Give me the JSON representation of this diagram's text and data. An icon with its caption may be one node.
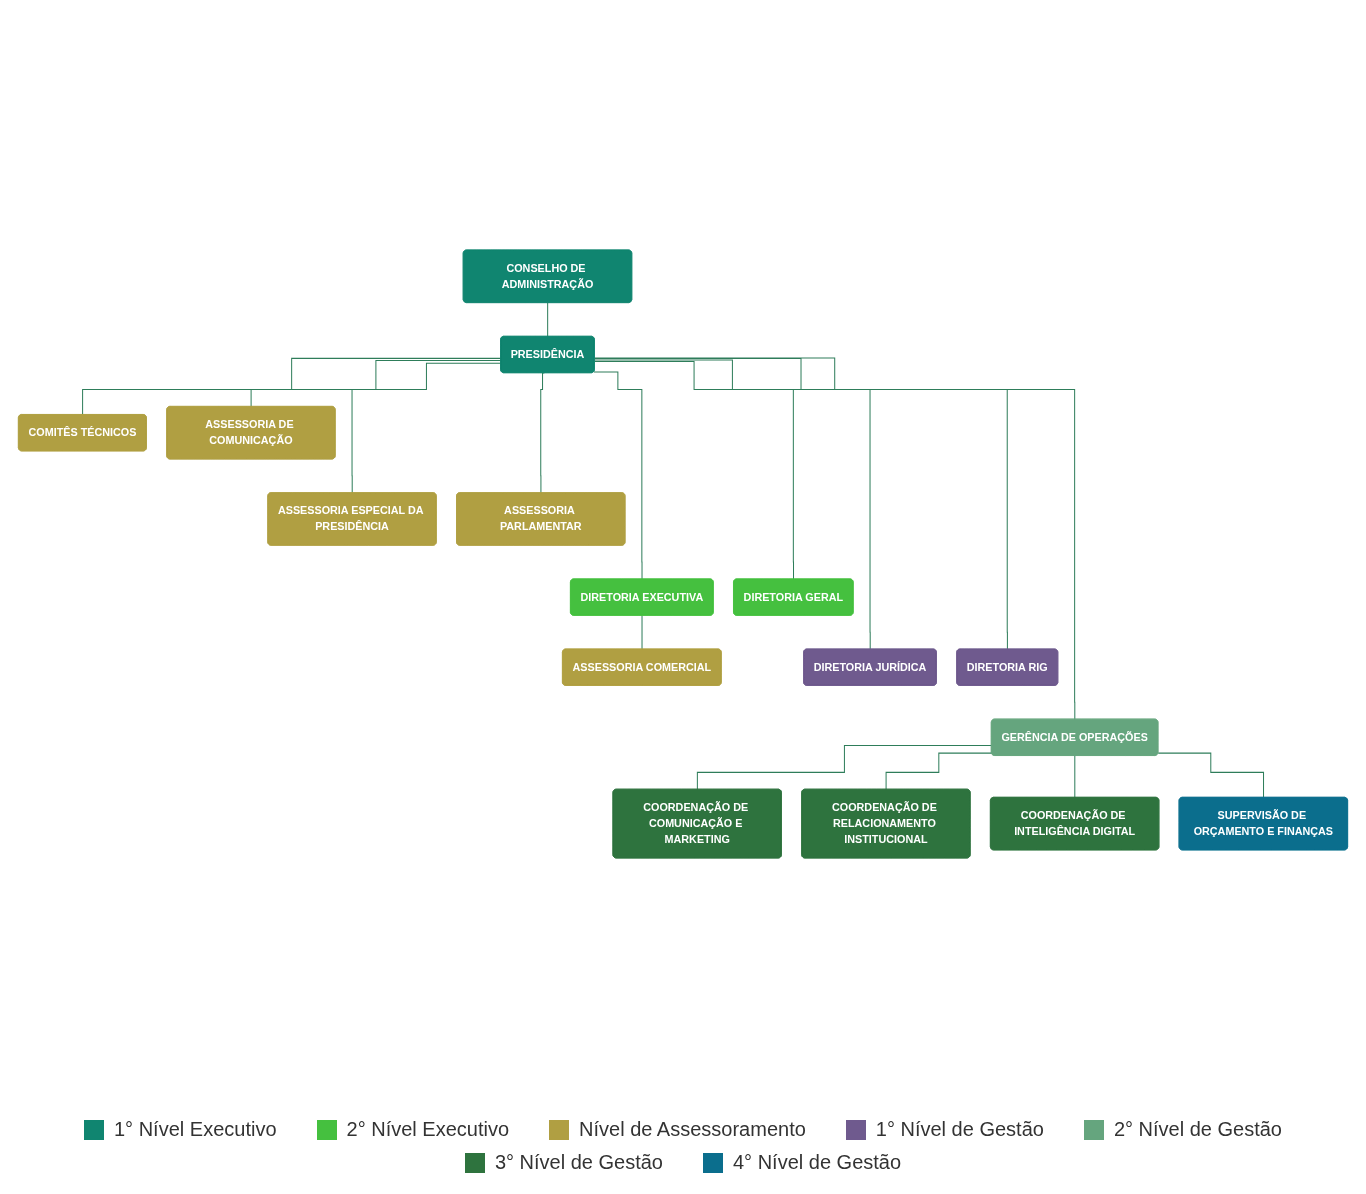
{
  "diagram": {
    "nodes": [
      {
        "text": [
          "CONSELHO DE ADMINISTRAÇÃO"
        ]
      },
      {
        "text": [
          "PRESIDÊNCIA"
        ]
      },
      {
        "text": [
          "COMITÊS TÉCNICOS"
        ]
      },
      {
        "text": [
          "ASSESSORIA DE COMUNICAÇÃO"
        ]
      },
      {
        "text": [
          "ASSESSORIA ESPECIAL DA PRESIDÊNCIA"
        ]
      },
      {
        "text": [
          "ASSESSORIA PARLAMENTAR"
        ]
      },
      {
        "text": [
          "ASSESSORIA COMERCIAL"
        ]
      },
      {
        "text": [
          "DIRETORIA EXECUTIVA"
        ]
      },
      {
        "text": [
          "DIRETORIA GERAL"
        ]
      },
      {
        "text": [
          "DIRETORIA JURÍDICA"
        ]
      },
      {
        "text": [
          "DIRETORIA RIG"
        ]
      },
      {
        "text": [
          "GERÊNCIA DE OPERAÇÕES"
        ]
      },
      {
        "text": [
          "COORDENAÇÃO DE COMUNICAÇÃO E MARKETING"
        ]
      },
      {
        "text": [
          "COORDENAÇÃO DE RELACIONAMENTO INSTITUCIONAL"
        ]
      },
      {
        "text": [
          "COORDENAÇÃO DE INTELIGÊNCIA DIGITAL"
        ]
      },
      {
        "text": [
          "SUPERVISÃO DE ORÇAMENTO E FINANÇAS"
        ]
      }
    ],
    "edges": [
      {
        "from": 0,
        "to": 1,
        "arrow": "none"
      },
      {
        "from": 1,
        "to": 2,
        "arrow": "none"
      },
      {
        "from": 1,
        "to": 3,
        "arrow": "none"
      },
      {
        "from": 1,
        "to": 4,
        "arrow": "none"
      },
      {
        "from": 1,
        "to": 5,
        "arrow": "none"
      },
      {
        "from": 1,
        "to": 7,
        "arrow": "none"
      },
      {
        "from": 1,
        "to": 8,
        "arrow": "none"
      },
      {
        "from": 7,
        "to": 6,
        "arrow": "none"
      },
      {
        "from": 1,
        "to": 9,
        "arrow": "none"
      },
      {
        "from": 1,
        "to": 10,
        "arrow": "none"
      },
      {
        "from": 1,
        "to": 11,
        "arrow": "none"
      },
      {
        "from": 11,
        "to": 12,
        "arrow": "none"
      },
      {
        "from": 11,
        "to": 13,
        "arrow": "none"
      },
      {
        "from": 11,
        "to": 14,
        "arrow": "none"
      },
      {
        "from": 11,
        "to": 15,
        "arrow": "none"
      }
    ],
    "legend": [
      {
        "text": "1° Nível Executivo",
        "color": "#108570"
      },
      {
        "text": "2° Nível Executivo",
        "color": "#45c03f"
      },
      {
        "text": "Nível de Assessoramento",
        "color": "#b09f42"
      },
      {
        "text": "1° Nível de Gestão",
        "color": "#6f5a8e"
      },
      {
        "text": "2° Nível de Gestão",
        "color": "#65a57e"
      },
      {
        "text": "3° Nível de Gestão",
        "color": "#2e733e"
      },
      {
        "text": "4° Nível de Gestão",
        "color": "#0b6e8d"
      }
    ]
  }
}
